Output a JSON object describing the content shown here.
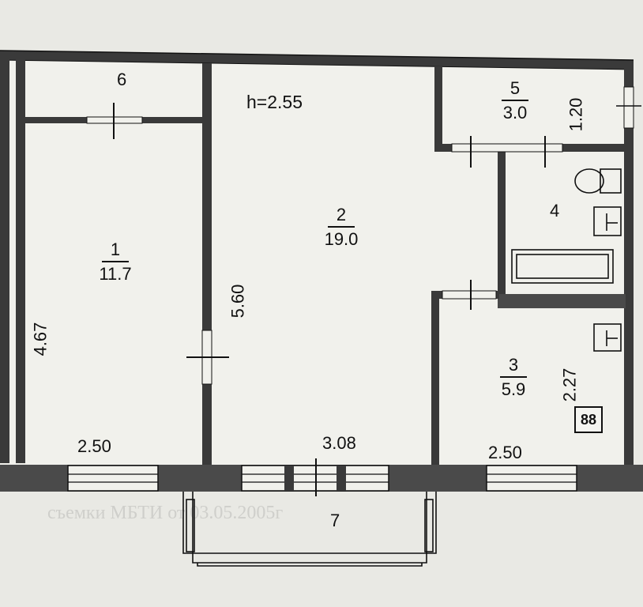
{
  "height_note": "h=2.55",
  "rooms": [
    {
      "id": "1",
      "number": "1",
      "area": "11.7"
    },
    {
      "id": "2",
      "number": "2",
      "area": "19.0"
    },
    {
      "id": "3",
      "number": "3",
      "area": "5.9"
    },
    {
      "id": "4",
      "number": "4"
    },
    {
      "id": "5",
      "number": "5",
      "area": "3.0"
    },
    {
      "id": "6",
      "number": "6"
    },
    {
      "id": "7",
      "number": "7"
    }
  ],
  "dimensions": {
    "room1_length": "4.67",
    "room2_length": "5.60",
    "room5_width": "1.20",
    "room3_length": "2.27",
    "room1_width": "2.50",
    "room2_width": "3.08",
    "room3_width": "2.50"
  },
  "meter_box": "88",
  "colors": {
    "wall": "#555555",
    "wall_dark": "#2a2a2a",
    "background": "#e9e9e4",
    "interior": "#f1f1ec",
    "line": "#111111"
  }
}
